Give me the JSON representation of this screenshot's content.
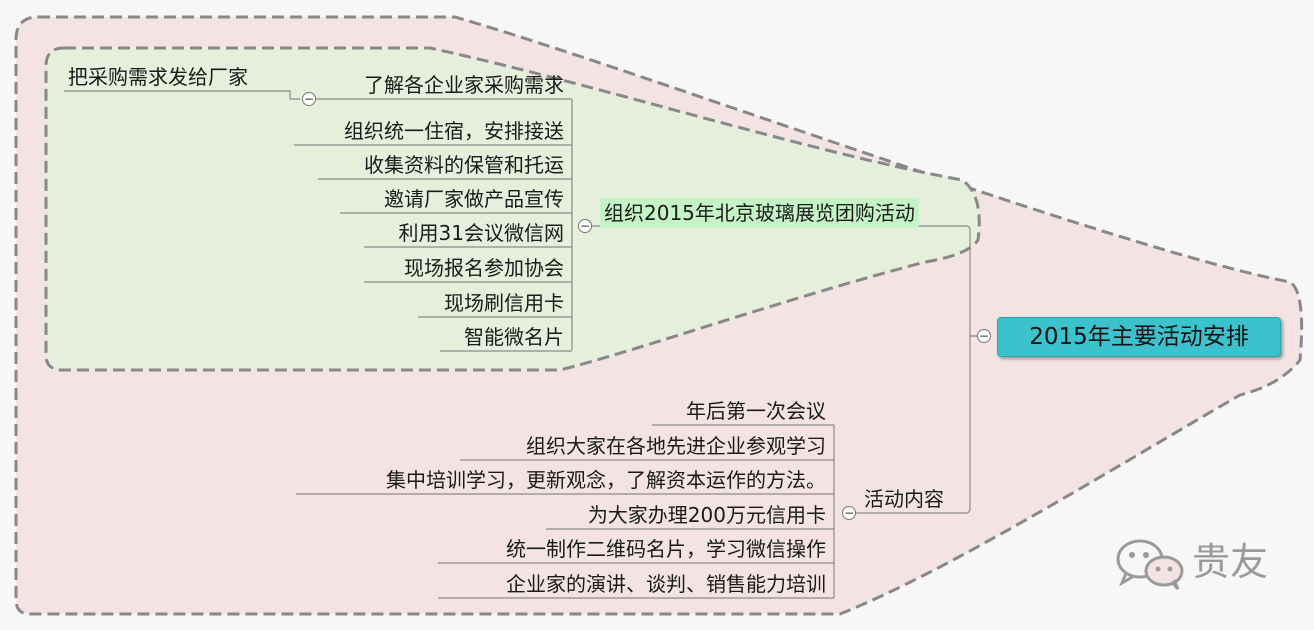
{
  "root": {
    "label": "2015年主要活动安排"
  },
  "branch_expo": {
    "label": "组织2015年北京玻璃展览团购活动",
    "sub": {
      "label": "了解各企业家采购需求",
      "child": "把采购需求发给厂家"
    },
    "items": [
      "组织统一住宿，安排接送",
      "收集资料的保管和托运",
      "邀请厂家做产品宣传",
      "利用31会议微信网",
      "现场报名参加协会",
      "现场刷信用卡",
      "智能微名片"
    ]
  },
  "branch_activities": {
    "label": "活动内容",
    "items": [
      "年后第一次会议",
      "组织大家在各地先进企业参观学习",
      "集中培训学习，更新观念，了解资本运作的方法。",
      "为大家办理200万元信用卡",
      "统一制作二维码名片，学习微信操作",
      "企业家的演讲、谈判、销售能力培训"
    ]
  },
  "toggle_symbol": "−",
  "brand": {
    "text": "贵友",
    "icon": "wechat-icon"
  },
  "colors": {
    "outer_region": "#f3e4e3",
    "inner_region": "#e5efdc",
    "boundary": "#888888",
    "root_fill": "#3cc2cc",
    "highlight": "#c6f3c6",
    "line": "#8a8a8a"
  }
}
